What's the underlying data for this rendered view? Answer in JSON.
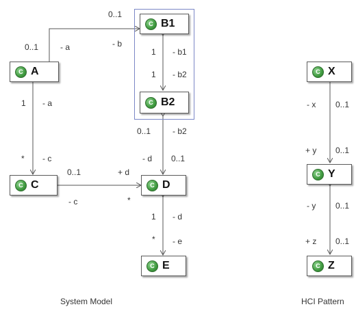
{
  "classes": [
    {
      "id": "B1",
      "name": "B1",
      "icon": "class-c-icon"
    },
    {
      "id": "A",
      "name": "A",
      "icon": "class-c-icon"
    },
    {
      "id": "B2",
      "name": "B2",
      "icon": "class-c-icon"
    },
    {
      "id": "C",
      "name": "C",
      "icon": "class-c-icon"
    },
    {
      "id": "D",
      "name": "D",
      "icon": "class-c-icon"
    },
    {
      "id": "E",
      "name": "E",
      "icon": "class-c-icon"
    },
    {
      "id": "X",
      "name": "X",
      "icon": "class-c-icon"
    },
    {
      "id": "Y",
      "name": "Y",
      "icon": "class-c-icon"
    },
    {
      "id": "Z",
      "name": "Z",
      "icon": "class-c-icon"
    }
  ],
  "badge_letter": "C",
  "labels": {
    "ab_mult_b": "0..1",
    "ab_mult_a": "0..1",
    "ab_role_a": "- a",
    "ab_role_b": "- b",
    "b1b2_mult_top": "1",
    "b1b2_role_top": "- b1",
    "b1b2_mult_bot": "1",
    "b1b2_role_bot": "- b2",
    "ac_mult_a": "1",
    "ac_role_a": "- a",
    "ac_mult_c": "*",
    "ac_role_c": "- c",
    "b2d_mult_b2": "0..1",
    "b2d_role_b2": "- b2",
    "b2d_role_d": "- d",
    "b2d_mult_d": "0..1",
    "cd_mult_c": "0..1",
    "cd_role_d": "+ d",
    "cd_role_c": "- c",
    "cd_mult_d": "*",
    "de_mult_d": "1",
    "de_role_d": "- d",
    "de_mult_e": "*",
    "de_role_e": "- e",
    "xy_role_x": "- x",
    "xy_mult_x": "0..1",
    "xy_role_y": "+ y",
    "xy_mult_y": "0..1",
    "yz_role_y": "- y",
    "yz_mult_y": "0..1",
    "yz_role_z": "+ z",
    "yz_mult_z": "0..1"
  },
  "captions": {
    "system_model": "System Model",
    "hci_pattern": "HCI Pattern"
  },
  "colors": {
    "line": "#555555",
    "package_border": "#7a86c6",
    "badge_green": "#3f9a3f"
  }
}
